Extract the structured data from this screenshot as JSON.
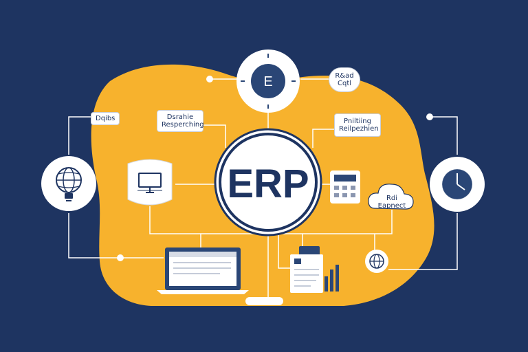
{
  "center": {
    "label": "ERP"
  },
  "top_node": {
    "label": "E"
  },
  "tags": {
    "top_right": {
      "line1": "R&ad",
      "line2": "Cqtl"
    },
    "left_small": {
      "label": "Dqibs"
    },
    "left_card": {
      "line1": "Dsrahie",
      "line2": "Resperching"
    },
    "right_card": {
      "line1": "Pniltiing",
      "line2": "Reilpezhien"
    },
    "cloud": {
      "line1": "Rdi",
      "line2": "Eapnect"
    }
  },
  "icons": [
    "lightbulb-globe-icon",
    "clock-icon",
    "monitor-shield-icon",
    "calculator-icon",
    "cloud-icon",
    "laptop-icon",
    "document-chart-icon",
    "globe-icon"
  ],
  "colors": {
    "background": "#1e3461",
    "blob": "#f7b22d",
    "navy": "#2a4676",
    "line": "#ffffff"
  }
}
